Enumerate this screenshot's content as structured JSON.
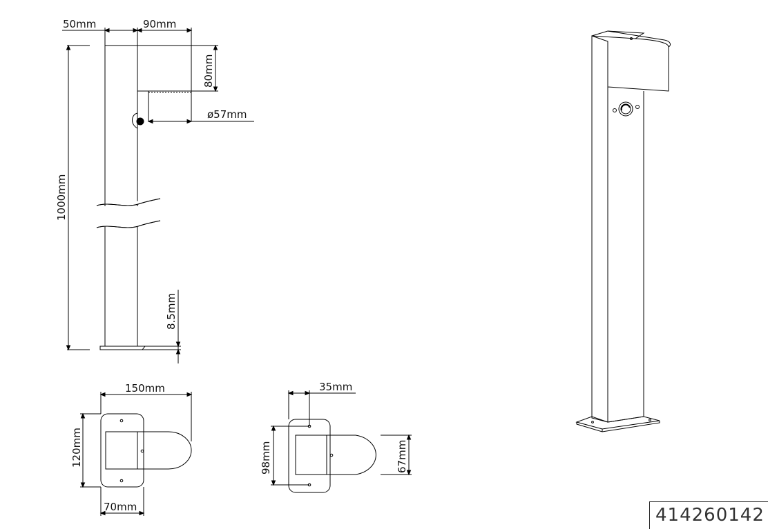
{
  "dimensions": {
    "post_width": "50mm",
    "head_depth": "90mm",
    "head_height": "80mm",
    "lens_diameter": "ø57mm",
    "total_height": "1000mm",
    "base_plate_thickness": "8.5mm",
    "base_length": "150mm",
    "base_width": "120mm",
    "post_length": "70mm",
    "head_offset": "35mm",
    "head_width": "98mm",
    "head_inner_width": "67mm"
  },
  "product_code": "414260142"
}
